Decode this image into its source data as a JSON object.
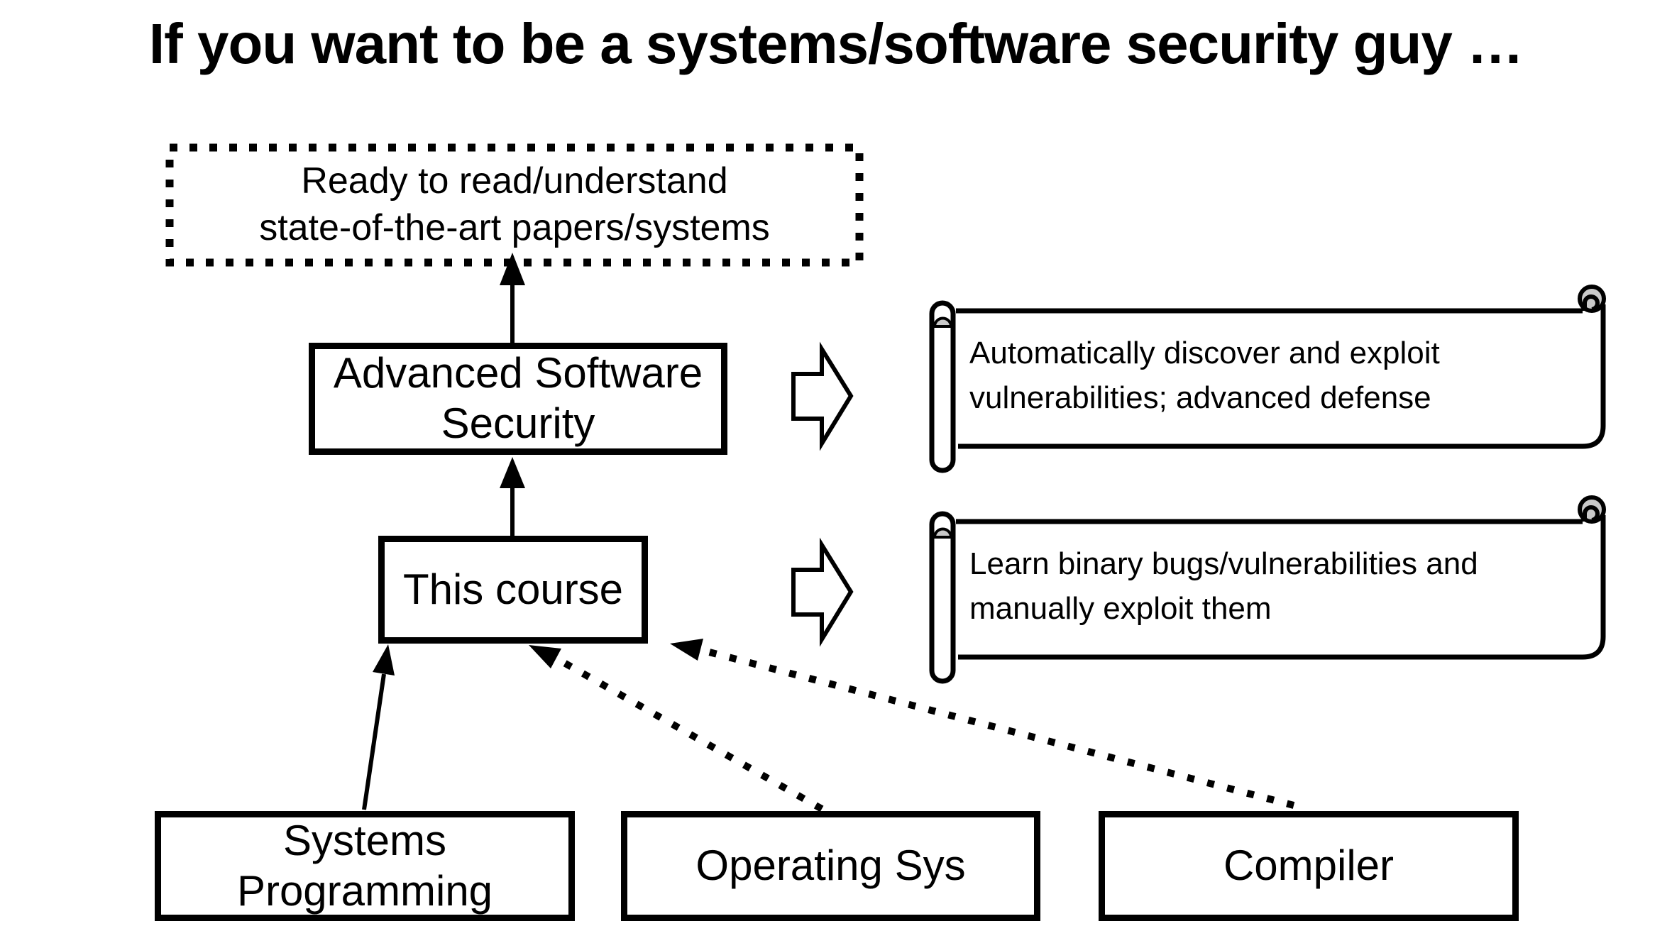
{
  "title": "If you want to be a systems/software security guy …",
  "goal_box": {
    "label": "Ready to read/understand\nstate-of-the-art papers/systems"
  },
  "nodes": {
    "advanced": {
      "label": "Advanced Software\nSecurity"
    },
    "course": {
      "label": "This course"
    },
    "systems_programming": {
      "label": "Systems\nProgramming"
    },
    "operating_sys": {
      "label": "Operating Sys"
    },
    "compiler": {
      "label": "Compiler"
    }
  },
  "scrolls": [
    {
      "name": "advanced-outcome",
      "text": "Automatically discover and exploit\nvulnerabilities; advanced defense"
    },
    {
      "name": "course-outcome",
      "text": "Learn binary bugs/vulnerabilities and\nmanually exploit them"
    }
  ],
  "edges": [
    {
      "from": "Advanced Software Security",
      "to": "Ready to read/understand state-of-the-art papers/systems",
      "style": "solid-arrow"
    },
    {
      "from": "This course",
      "to": "Advanced Software Security",
      "style": "solid-arrow"
    },
    {
      "from": "Systems Programming",
      "to": "This course",
      "style": "solid-arrow"
    },
    {
      "from": "Operating Sys",
      "to": "This course",
      "style": "dotted-arrow"
    },
    {
      "from": "Compiler",
      "to": "This course",
      "style": "dotted-arrow"
    },
    {
      "from": "Advanced Software Security",
      "to": "advanced-outcome scroll",
      "style": "block-arrow"
    },
    {
      "from": "This course",
      "to": "course-outcome scroll",
      "style": "block-arrow"
    }
  ],
  "colors": {
    "ink": "#000000",
    "paper": "#ffffff",
    "scroll_curl": "#c9c9c9"
  }
}
